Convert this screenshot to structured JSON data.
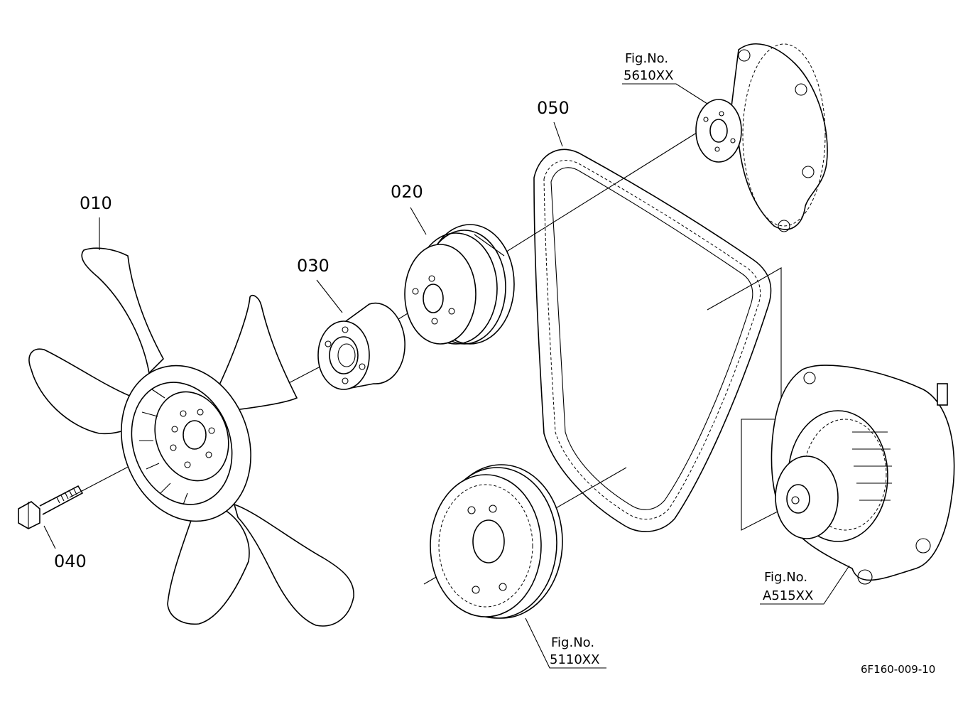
{
  "parts": [
    {
      "id": "p010",
      "label": "010"
    },
    {
      "id": "p020",
      "label": "020"
    },
    {
      "id": "p030",
      "label": "030"
    },
    {
      "id": "p040",
      "label": "040"
    },
    {
      "id": "p050",
      "label": "050"
    }
  ],
  "references": {
    "water_pump": {
      "line1": "Fig.No.",
      "line2": "5610XX"
    },
    "crank_pulley": {
      "line1": "Fig.No.",
      "line2": "5110XX"
    },
    "alternator": {
      "line1": "Fig.No.",
      "line2": "A515XX"
    }
  },
  "drawing_code": "6F160-009-10"
}
